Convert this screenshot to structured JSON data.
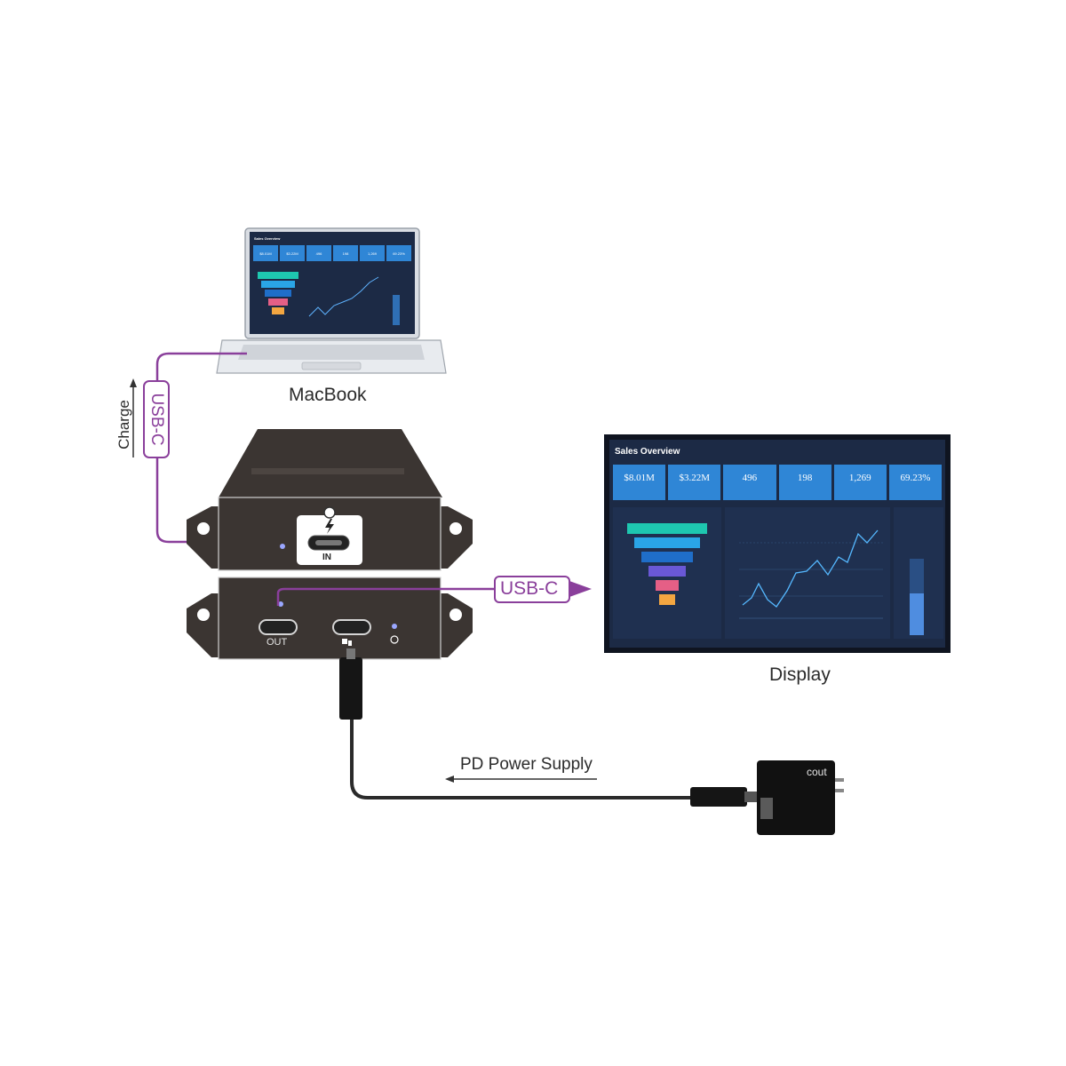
{
  "labels": {
    "macbook": "MacBook",
    "display": "Display",
    "usb_c_left": "USB-C",
    "usb_c_right": "USB-C",
    "charge": "Charge",
    "pd_power_supply": "PD Power Supply",
    "port_in": "IN",
    "port_out": "OUT",
    "adapter_brand": "cout"
  },
  "display_screen": {
    "title": "Sales Overview",
    "kpis": [
      "$8.01M",
      "$3.22M",
      "496",
      "198",
      "1,269",
      "69.23%"
    ]
  },
  "laptop_screen": {
    "title": "Sales Overview",
    "kpis": [
      "$8.01M",
      "$3.22M",
      "496",
      "198",
      "1,269",
      "69.23%"
    ]
  },
  "colors": {
    "cable_purple": "#8a3f9b",
    "device_body": "#3b3532",
    "screen_bg": "#1c2a45",
    "kpi_blue": "#2f86d6"
  }
}
